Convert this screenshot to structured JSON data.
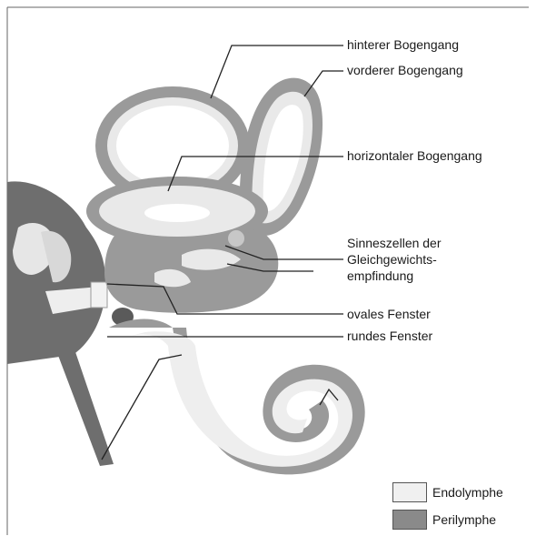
{
  "labels": {
    "hinterer": "hinterer Bogengang",
    "vorderer": "vorderer Bogengang",
    "horizontal": "horizontaler Bogengang",
    "sinnes_1": "Sinneszellen der",
    "sinnes_2": "Gleichgewichts-",
    "sinnes_3": "empfindung",
    "ovales": "ovales Fenster",
    "rundes": "rundes Fenster"
  },
  "legend": {
    "endolymphe": "Endolymphe",
    "perilymphe": "Perilymphe"
  },
  "colors": {
    "endolymphe": "#f0f0f0",
    "perilymphe": "#8a8a8a",
    "bone": "#d8d8d8",
    "dark": "#5a5a5a",
    "line": "#222222"
  }
}
